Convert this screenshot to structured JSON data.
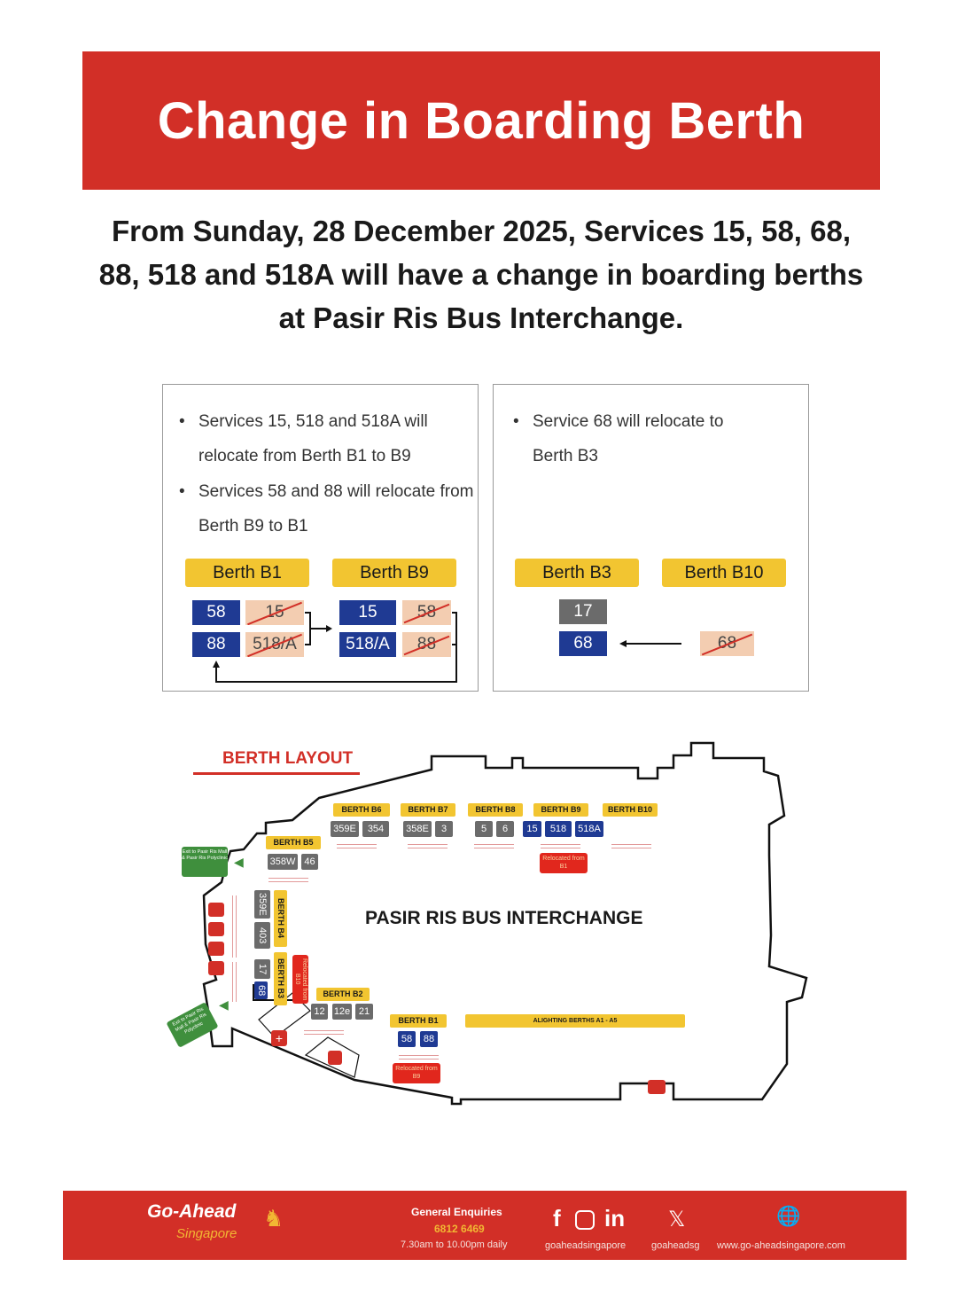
{
  "title": "Change in Boarding Berth",
  "intro": "From Sunday, 28 December 2025, Services 15, 58, 68, 88, 518 and 518A will have a change in boarding berths at Pasir Ris Bus Interchange.",
  "left_panel": {
    "bullets": [
      "Services 15, 518 and 518A will relocate from Berth B1 to B9",
      "Services 58 and 88 will relocate from Berth B9 to B1"
    ],
    "berth_b1": {
      "label": "Berth B1",
      "new": [
        "58",
        "88"
      ],
      "removed": [
        "15",
        "518/A"
      ]
    },
    "berth_b9": {
      "label": "Berth B9",
      "new": [
        "15",
        "518/A"
      ],
      "removed": [
        "58",
        "88"
      ]
    }
  },
  "right_panel": {
    "bullets": [
      "Service 68 will relocate to Berth B3"
    ],
    "berth_b3": {
      "label": "Berth B3",
      "services": [
        "17",
        "68"
      ]
    },
    "berth_b10": {
      "label": "Berth B10",
      "removed": [
        "68"
      ]
    }
  },
  "layout": {
    "heading": "BERTH LAYOUT",
    "interchange": "PASIR RIS BUS INTERCHANGE",
    "berths": {
      "b1": {
        "label": "BERTH B1",
        "services": [
          "58",
          "88"
        ],
        "note": "Relocated from B9"
      },
      "b2": {
        "label": "BERTH B2",
        "services": [
          "12",
          "12e",
          "21"
        ]
      },
      "b3": {
        "label": "BERTH B3",
        "services": [
          "17",
          "68"
        ],
        "note": "Relocated from B10"
      },
      "b4": {
        "label": "BERTH B4",
        "services": [
          "359E",
          "403"
        ]
      },
      "b5": {
        "label": "BERTH B5",
        "services": [
          "358W",
          "46"
        ]
      },
      "b6": {
        "label": "BERTH B6",
        "services": [
          "359E",
          "354"
        ]
      },
      "b7": {
        "label": "BERTH B7",
        "services": [
          "358E",
          "3"
        ]
      },
      "b8": {
        "label": "BERTH B8",
        "services": [
          "5",
          "6"
        ]
      },
      "b9": {
        "label": "BERTH B9",
        "services": [
          "15",
          "518",
          "518A"
        ],
        "note": "Relocated from B1"
      },
      "b10": {
        "label": "BERTH B10"
      }
    },
    "alighting": "ALIGHTING BERTHS A1 - A5",
    "exit": "Exit to Pasir Ris Mall & Pasir Ris Polyclinic",
    "colors": {
      "new": "#1f3a93",
      "existing": "#6b6b6b",
      "removed": "#f3cdb1",
      "label": "#f2c531",
      "relocated": "#e1271d"
    }
  },
  "footer": {
    "brand": "Go-Ahead",
    "brand_sub": "Singapore",
    "enquiries_label": "General Enquiries",
    "phone": "6812 6469",
    "hours": "7.30am to 10.00pm daily",
    "social_handle": "goaheadsingapore",
    "x_handle": "goaheadsg",
    "website": "www.go-aheadsingapore.com"
  },
  "accent": "#d22f27"
}
